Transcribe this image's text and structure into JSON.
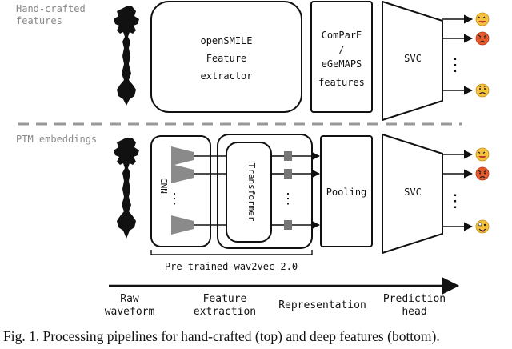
{
  "labels": {
    "hand_crafted": [
      "Hand-crafted",
      "features"
    ],
    "ptm": "PTM embeddings",
    "opensmile": [
      "openSMILE",
      "Feature",
      "extractor"
    ],
    "compare": [
      "ComParE",
      "/",
      "eGeMAPS",
      "features"
    ],
    "svc_top": "SVC",
    "svc_bottom": "SVC",
    "cnn": "CNN",
    "transformer": "Transformer",
    "pooling": "Pooling",
    "wav2vec": "Pre-trained wav2vec 2.0",
    "dots": "⋮"
  },
  "stages": [
    [
      "Raw",
      "waveform"
    ],
    [
      "Feature",
      "extraction"
    ],
    [
      "Representation"
    ],
    [
      "Prediction",
      "head"
    ]
  ],
  "emojis": {
    "top": [
      "laughing-face",
      "angry-face",
      "sad-face"
    ],
    "bottom": [
      "laughing-face",
      "angry-face",
      "crazy-face"
    ]
  },
  "colors": {
    "line": "#111111",
    "gray": "#8a8a8a",
    "dash": "#999999",
    "emoji_yellow": "#f6c23e",
    "emoji_red": "#e85a2c"
  },
  "caption": "Fig. 1.  Processing pipelines for hand-crafted (top) and deep features (bottom)."
}
